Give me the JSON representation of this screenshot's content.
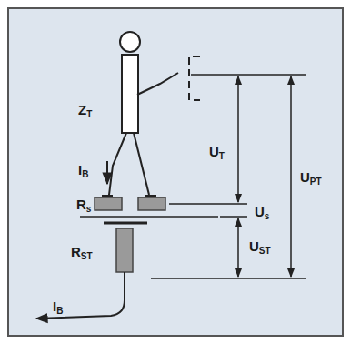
{
  "diagram": {
    "labels": [
      "ZT",
      "UT",
      "IB",
      "UPT",
      "Rs",
      "Us",
      "RST",
      "UST",
      "IB"
    ]
  }
}
